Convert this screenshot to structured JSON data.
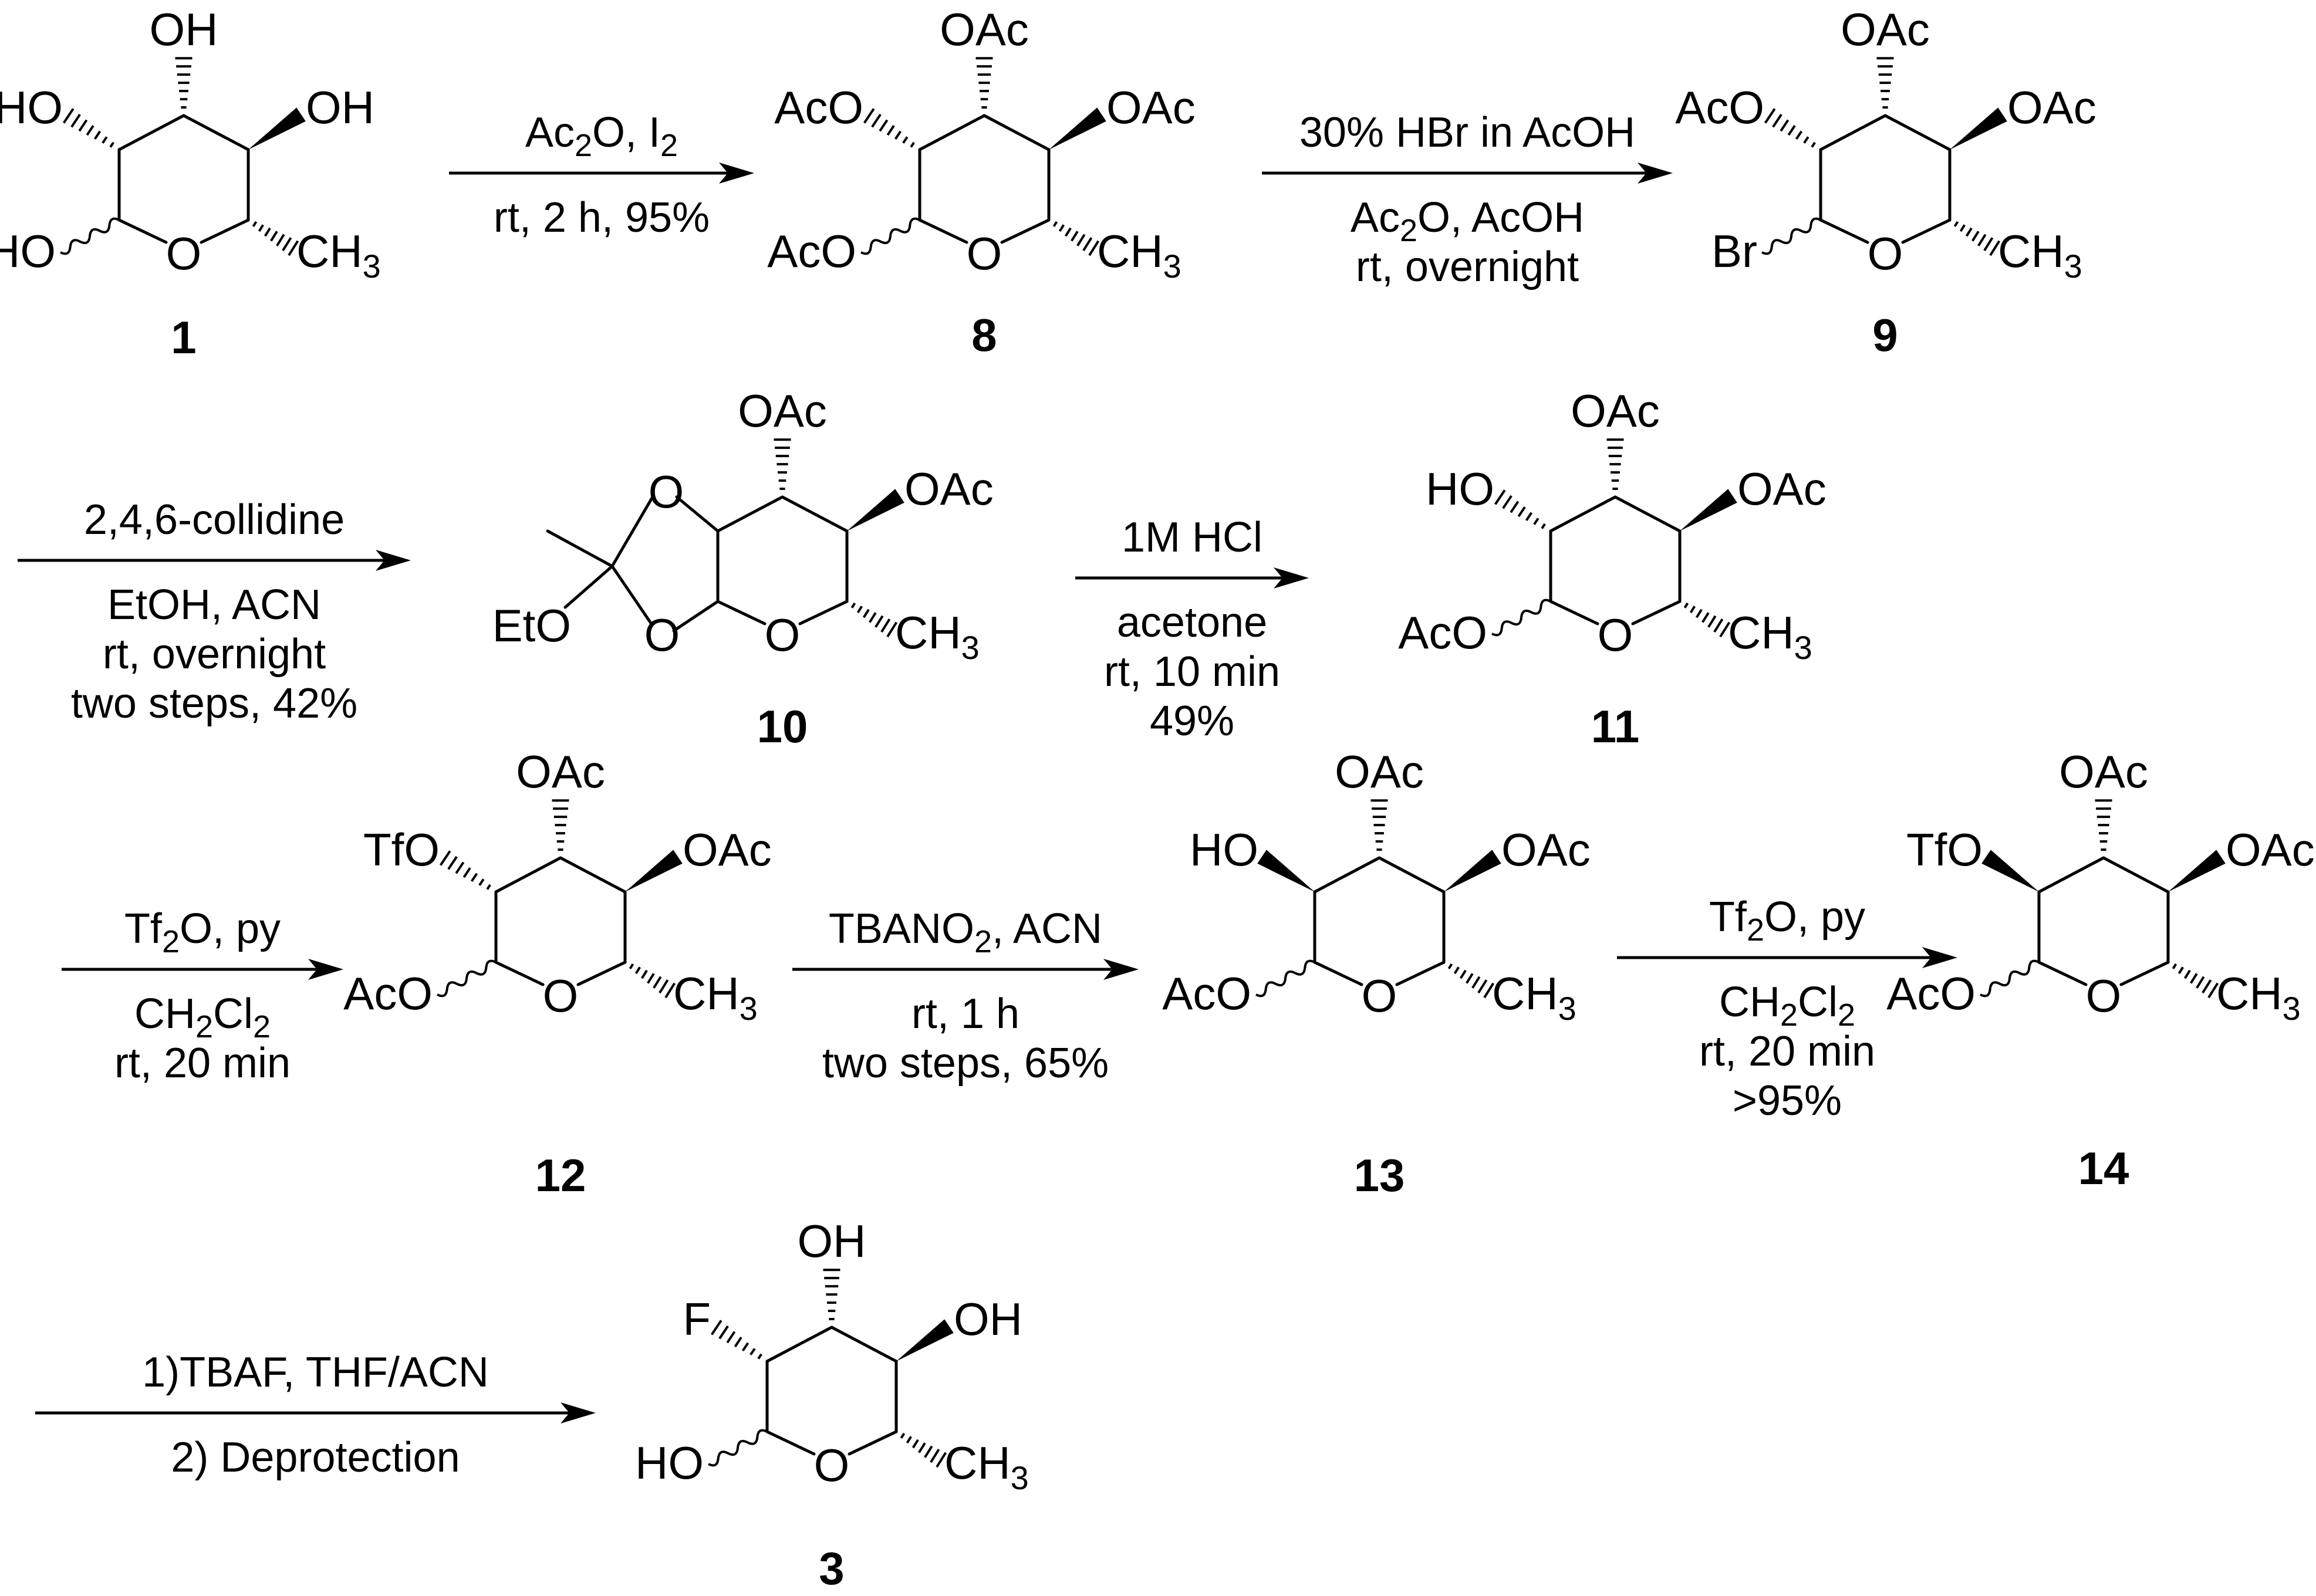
{
  "common": {
    "oac": "OAc",
    "aco": "AcO",
    "ring_o": "O",
    "ch3": "CH",
    "ch3_sub": "3",
    "ho": "HO",
    "oh": "OH"
  },
  "compounds": [
    {
      "id": "1",
      "label": "1",
      "ring": "std",
      "topL": "HO",
      "topC": "OH",
      "topR": "OH",
      "anom": "HO"
    },
    {
      "id": "8",
      "label": "8",
      "ring": "std",
      "topL": "AcO",
      "topC": "OAc",
      "topR": "OAc",
      "anom": "AcO"
    },
    {
      "id": "9",
      "label": "9",
      "ring": "std",
      "topL": "AcO",
      "topC": "OAc",
      "topR": "OAc",
      "anom": "Br"
    },
    {
      "id": "10",
      "label": "10",
      "ring": "orthoester",
      "topC": "OAc",
      "topR": "OAc",
      "o1": "O",
      "o2": "O",
      "eto": "EtO"
    },
    {
      "id": "11",
      "label": "11",
      "ring": "std",
      "topL": "HO",
      "topC": "OAc",
      "topR": "OAc",
      "anom": "AcO"
    },
    {
      "id": "12",
      "label": "12",
      "ring": "std",
      "topL": "TfO",
      "topC": "OAc",
      "topR": "OAc",
      "anom": "AcO"
    },
    {
      "id": "13",
      "label": "13",
      "ring": "std",
      "topL": "HO",
      "topC": "OAc",
      "topR": "OAc",
      "anom": "AcO"
    },
    {
      "id": "14",
      "label": "14",
      "ring": "std",
      "topL": "TfO",
      "topC": "OAc",
      "topR": "OAc",
      "anom": "AcO"
    },
    {
      "id": "3",
      "label": "3",
      "ring": "std",
      "topL": "F",
      "topC": "OH",
      "topR": "OH",
      "anom": "HO"
    }
  ],
  "arrows": [
    {
      "id": "a1",
      "above": [
        "Ac|2|O, I|2|"
      ],
      "below": [
        "rt, 2 h, 95%"
      ]
    },
    {
      "id": "a2",
      "above": [
        "30% HBr in AcOH"
      ],
      "below": [
        "Ac|2|O, AcOH",
        "rt, overnight"
      ]
    },
    {
      "id": "a3",
      "above": [
        "2,4,6-collidine"
      ],
      "below": [
        "EtOH, ACN",
        "rt, overnight",
        "two steps, 42%"
      ]
    },
    {
      "id": "a4",
      "above": [
        "1M HCl"
      ],
      "below": [
        "acetone",
        "rt, 10 min",
        "49%"
      ]
    },
    {
      "id": "a5",
      "above": [
        "Tf|2|O, py"
      ],
      "below": [
        "CH|2|Cl|2|",
        "rt, 20 min"
      ]
    },
    {
      "id": "a6",
      "above": [
        "TBANO|2|, ACN"
      ],
      "below": [
        "rt, 1 h",
        "two steps, 65%"
      ]
    },
    {
      "id": "a7",
      "above": [
        "Tf|2|O, py"
      ],
      "below": [
        "CH|2|Cl|2|",
        "rt, 20 min",
        ">95%"
      ]
    },
    {
      "id": "a8",
      "above": [
        "1)TBAF,  THF/ACN"
      ],
      "below": [
        "2) Deprotection"
      ]
    }
  ]
}
